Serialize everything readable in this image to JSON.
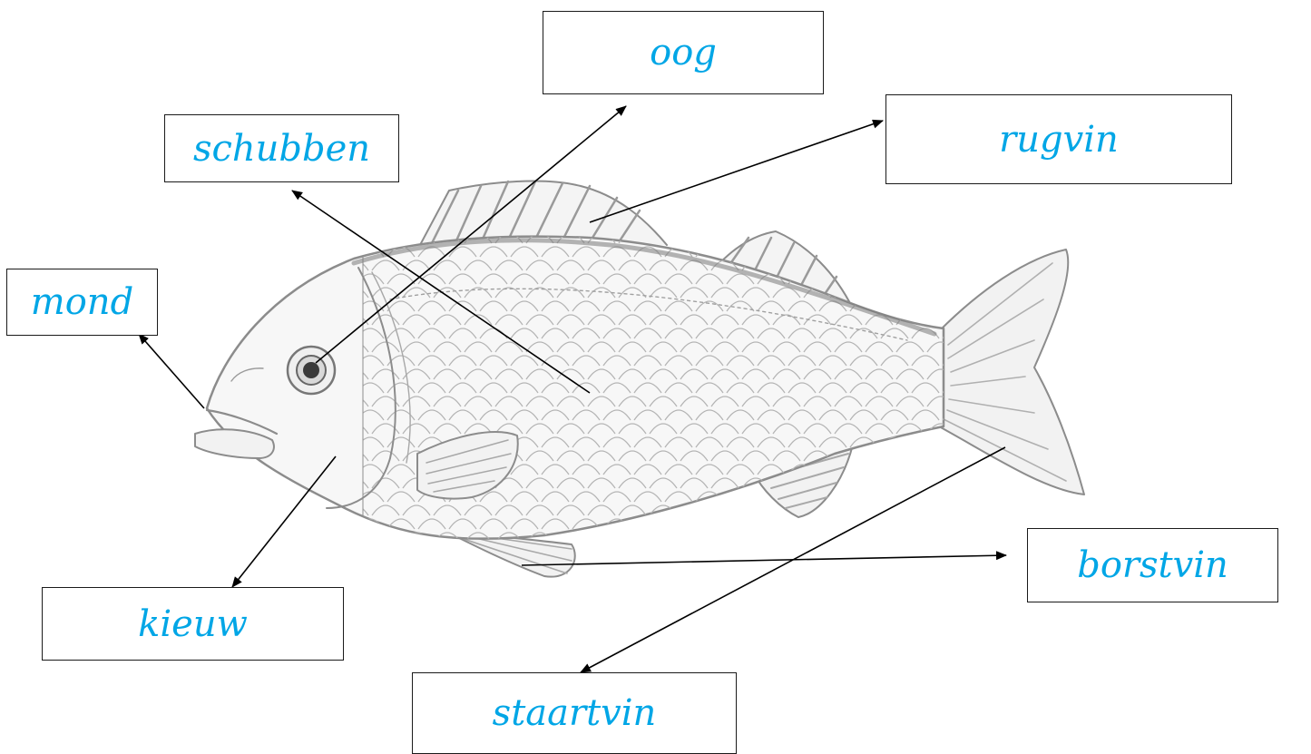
{
  "labels": {
    "oog": "oog",
    "schubben": "schubben",
    "rugvin": "rugvin",
    "mond": "mond",
    "borstvin": "borstvin",
    "kieuw": "kieuw",
    "staartvin": "staartvin"
  },
  "colors": {
    "label_text": "#00a6e6",
    "box_border": "#1a1a1a",
    "arrow": "#000000",
    "fish_outline": "#8c8c8c"
  }
}
